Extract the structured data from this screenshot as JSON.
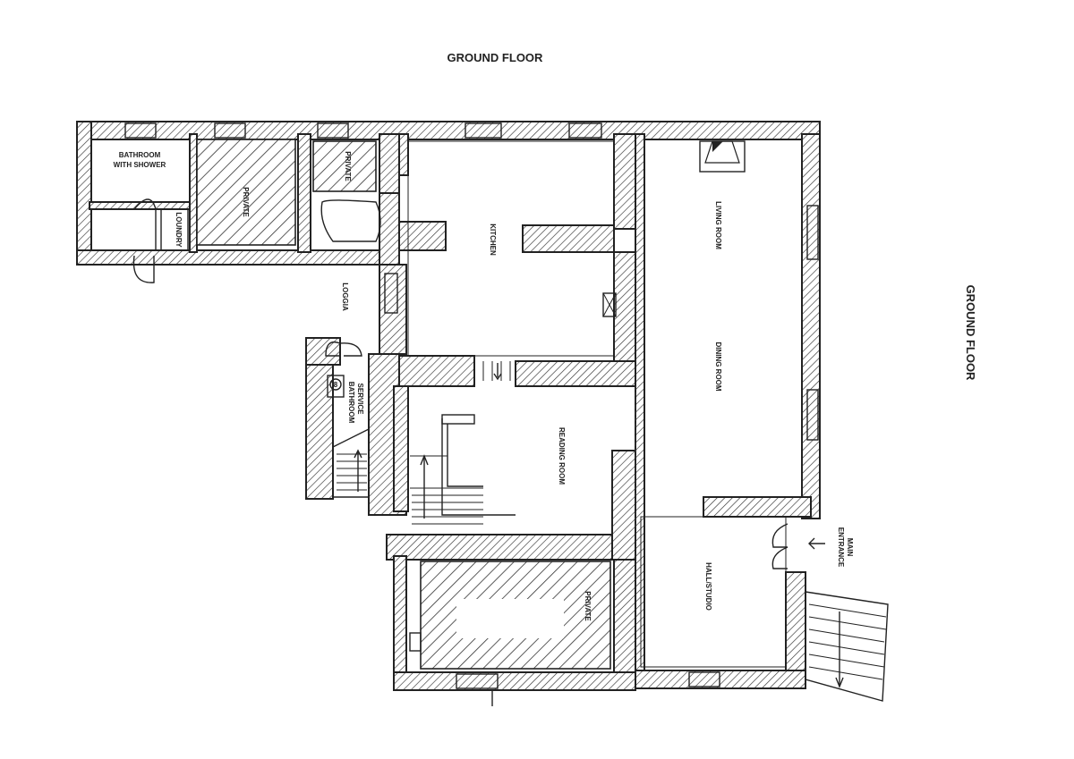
{
  "title_top": "GROUND FLOOR",
  "title_side": "GROUND FLOOR",
  "rooms": {
    "bathroom_line1": "BATHROOM",
    "bathroom_line2": "WITH SHOWER",
    "laundry": "LOUNDRY",
    "private_1": "PRIVATE",
    "private_2": "PRIVATE",
    "kitchen": "KITCHEN",
    "loggia": "LOGGIA",
    "service_line1": "SERVICE",
    "service_line2": "BATHROOM",
    "living_room": "LIVING ROOM",
    "dining_room": "DINING ROOM",
    "reading_room": "READING ROOM",
    "hall_studio": "HALL/STUDIO",
    "private_3": "PRIVATE",
    "main_line1": "MAIN",
    "main_line2": "ENTRANCE"
  },
  "symbols": {
    "wc_mark": "8"
  }
}
